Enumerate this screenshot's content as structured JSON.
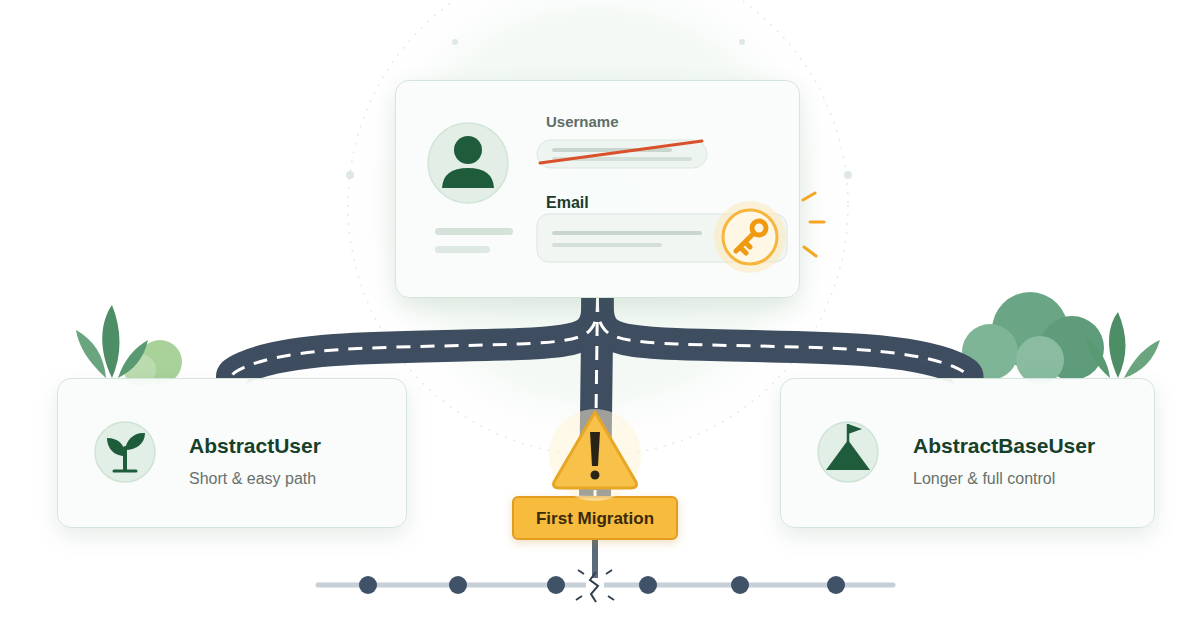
{
  "diagram": {
    "nodes": [
      {
        "text": [
          "Username",
          "Email"
        ]
      },
      {
        "text": [
          "AbstractUser",
          "Short & easy path"
        ]
      },
      {
        "text": [
          "AbstractBaseUser",
          "Longer & full control"
        ]
      },
      {
        "text": [
          "First Migration"
        ]
      }
    ],
    "edges": [
      {
        "from": 0,
        "to": 1,
        "arrow": "none"
      },
      {
        "from": 0,
        "to": 2,
        "arrow": "none"
      },
      {
        "from": 0,
        "to": 3,
        "arrow": "none"
      }
    ]
  }
}
